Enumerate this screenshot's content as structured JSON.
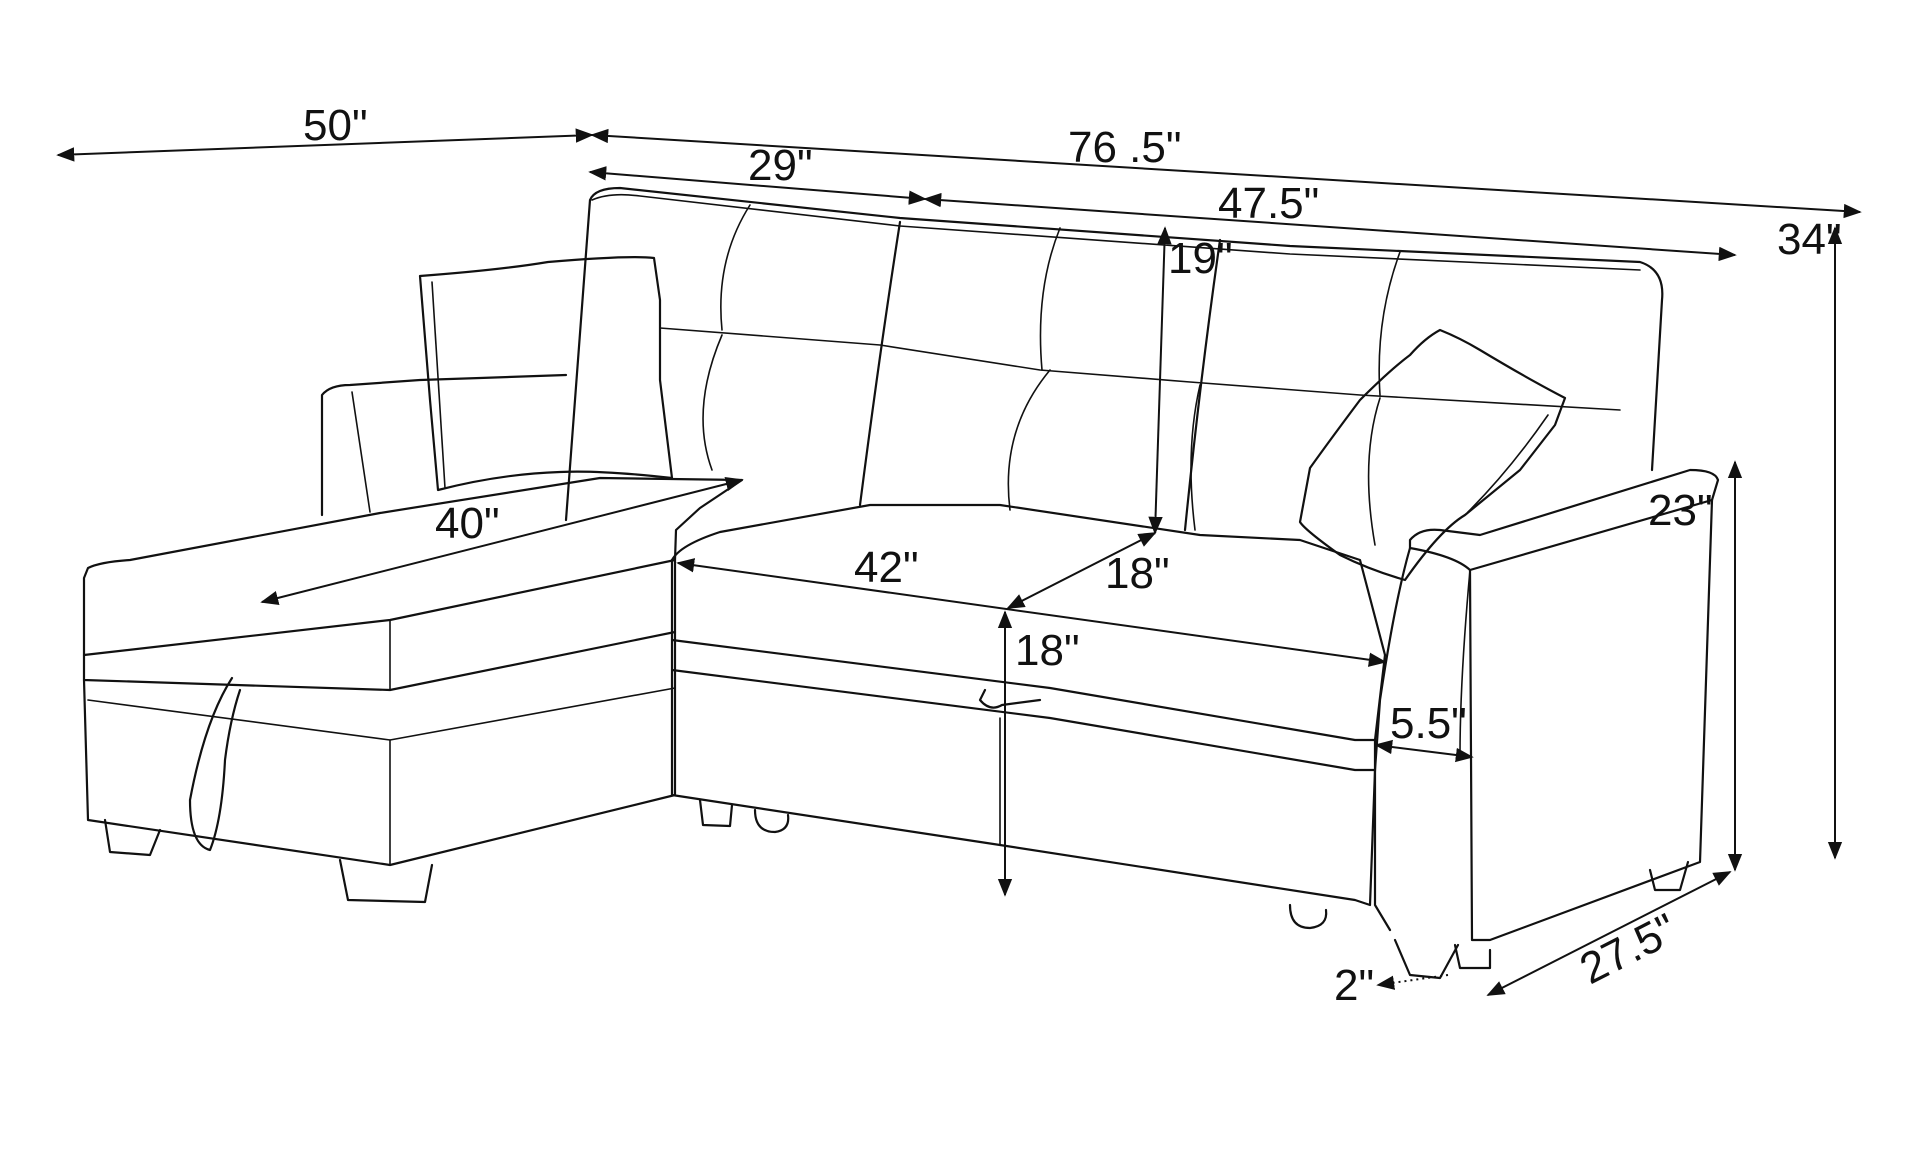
{
  "dimensions": {
    "total_left_depth": "50\"",
    "total_width": "76 .5\"",
    "chaise_back_width": "29\"",
    "sofa_back_width": "47.5\"",
    "back_height": "19\"",
    "overall_height": "34\"",
    "chaise_length": "40\"",
    "seat_width": "42\"",
    "seat_depth": "18\"",
    "seat_height": "18\"",
    "arm_height": "23\"",
    "arm_width": "5.5\"",
    "sofa_depth": "27.5\"",
    "leg_height": "2\""
  }
}
